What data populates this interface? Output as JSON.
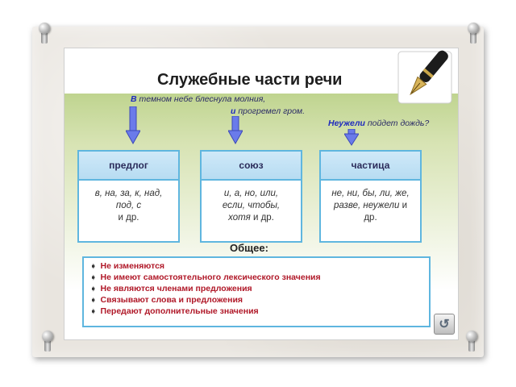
{
  "slide": {
    "title": "Служебные части речи",
    "sentences": {
      "s1_word": "В",
      "s1_rest": " темном небе блеснула молния,",
      "s2_word": "и",
      "s2_rest": " прогремел гром.",
      "s3_word": "Неужели",
      "s3_rest": " пойдет дождь?"
    },
    "cards": [
      {
        "title": "предлог",
        "line1": "в, на, за, к, над,",
        "line2": "под, с",
        "line3": "и др."
      },
      {
        "title": "союз",
        "line1": "и, а, но, или,",
        "line2": "если, чтобы,",
        "line3_italic": "хотя",
        "line3_rest": " и др."
      },
      {
        "title": "частица",
        "line1": "не, ни, бы, ли, же,",
        "line2_italic": "разве, неужели",
        "line2_rest": " и",
        "line3": "др."
      }
    ],
    "common_label": "Общее:",
    "common_items": [
      "Не изменяются",
      "Не имеют самостоятельного лексического значения",
      "Не являются членами предложения",
      "Связывают слова и предложения",
      "Передают дополнительные значения"
    ],
    "bullet_glyph": "➧",
    "nav_glyph": "↺"
  },
  "colors": {
    "accent_border": "#5fb6df",
    "list_text": "#b01828",
    "highlight_word": "#1f2bbd"
  }
}
